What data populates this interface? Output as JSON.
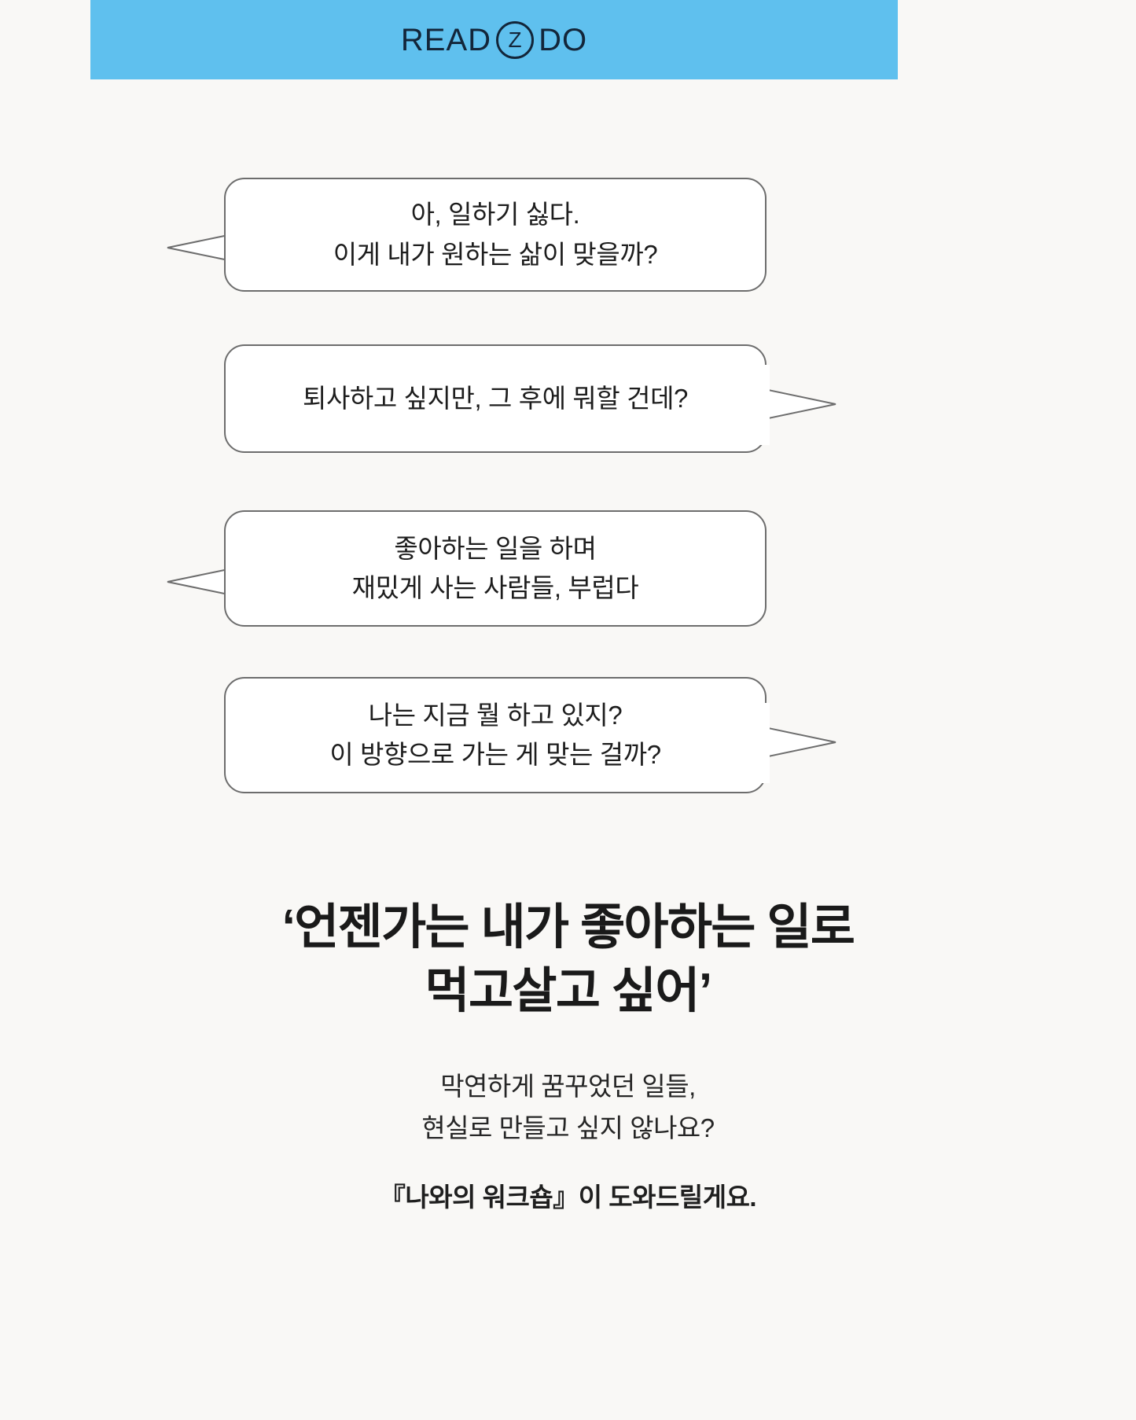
{
  "header": {
    "background_color": "#5fc0ee",
    "logo": {
      "left_word": "READ",
      "mark_letter": "Z",
      "right_word": "DO",
      "full_text": "READ Z DO"
    }
  },
  "page": {
    "background_color": "#f9f8f6"
  },
  "bubbles": [
    {
      "id": "bubble-1",
      "tail_side": "left",
      "text": "아, 일하기 싫다.\n이게 내가 원하는 삶이 맞을까?"
    },
    {
      "id": "bubble-2",
      "tail_side": "right",
      "text": "퇴사하고 싶지만, 그 후에 뭐할 건데?"
    },
    {
      "id": "bubble-3",
      "tail_side": "left",
      "text": "좋아하는 일을 하며\n재밌게 사는 사람들, 부럽다"
    },
    {
      "id": "bubble-4",
      "tail_side": "right",
      "text": "나는 지금 뭘 하고 있지?\n이 방향으로 가는 게 맞는 걸까?"
    }
  ],
  "headline": {
    "text": "‘언젠가는 내가 좋아하는 일로\n먹고살고 싶어’"
  },
  "subtext": {
    "text": "막연하게 꿈꾸었던 일들,\n현실로 만들고 싶지 않나요?"
  },
  "closing": {
    "text": "『나와의 워크숍』이 도와드릴게요."
  }
}
